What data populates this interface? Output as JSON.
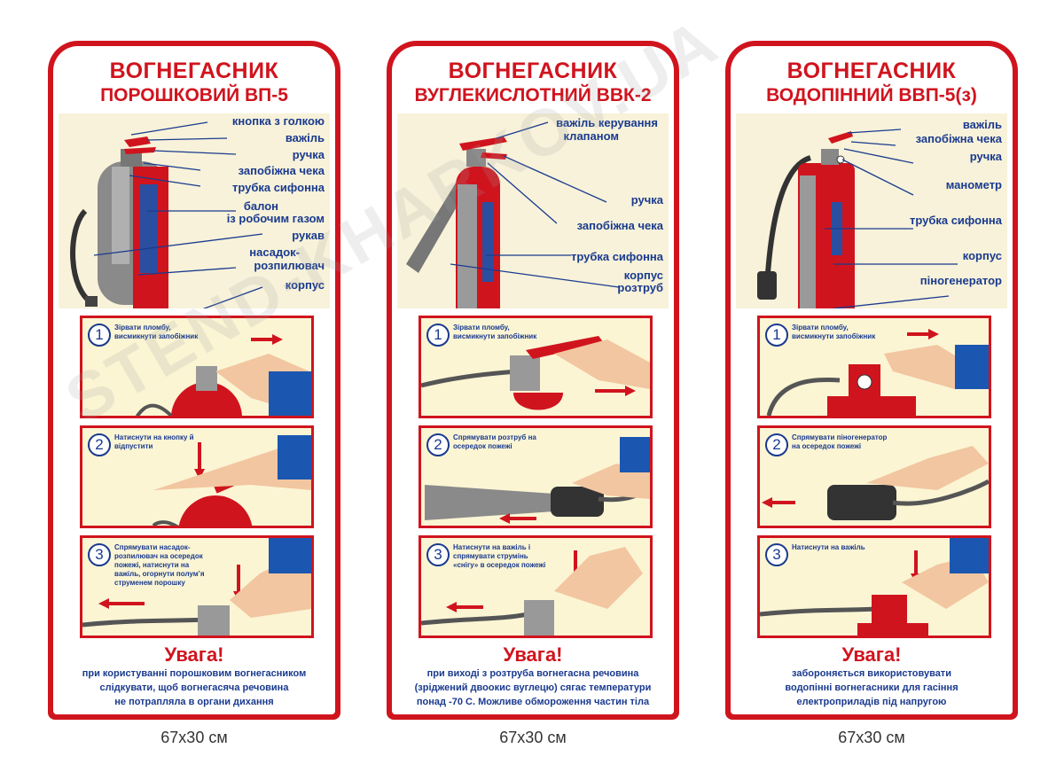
{
  "colors": {
    "accent": "#d0141e",
    "text_blue": "#1a3a8f",
    "panel_bg": "#f7f2d9",
    "step_bg": "#fbf5d4"
  },
  "watermark": "STEND-KHARKOV.UA",
  "posters": [
    {
      "title_line1": "ВОГНЕГАСНИК",
      "title_line2": "ПОРОШКОВИЙ ВП-5",
      "parts": [
        "кнопка з голкою",
        "важіль",
        "ручка",
        "запобіжна чека",
        "трубка сифонна",
        "балон",
        "із робочим газом",
        "рукав",
        "насадок-",
        "розпилювач",
        "корпус"
      ],
      "steps": [
        {
          "number": "1",
          "text": "Зірвати пломбу, висмикнути запобіжник"
        },
        {
          "number": "2",
          "text": "Натиснути на кнопку й відпустити"
        },
        {
          "number": "3",
          "text": "Спрямувати насадок-розпилювач на осередок пожежі, натиснути на важіль, огорнути полум’я струменем порошку"
        }
      ],
      "warning_title": "Увага!",
      "warning_lines": [
        "при користуванні порошковим вогнегасником",
        "слідкувати, щоб вогнегасяча речовина",
        "не потрапляла в органи дихання"
      ],
      "size": "67x30 см"
    },
    {
      "title_line1": "ВОГНЕГАСНИК",
      "title_line2": "ВУГЛЕКИСЛОТНИЙ ВВК-2",
      "parts": [
        "важіль керування",
        "клапаном",
        "ручка",
        "запобіжна чека",
        "трубка сифонна",
        "розтруб",
        "корпус"
      ],
      "steps": [
        {
          "number": "1",
          "text": "Зірвати пломбу, висмикнути запобіжник"
        },
        {
          "number": "2",
          "text": "Спрямувати розтруб на осередок пожежі"
        },
        {
          "number": "3",
          "text": "Натиснути на важіль і спрямувати струмінь «снігу» в осередок пожежі"
        }
      ],
      "warning_title": "Увага!",
      "warning_lines": [
        "при виході з розтруба вогнегасна речовина",
        "(зріджений двоокис вуглецю) сягає температури",
        "понад -70 С. Можливе обмороження частин тіла"
      ],
      "size": "67x30 см"
    },
    {
      "title_line1": "ВОГНЕГАСНИК",
      "title_line2": "ВОДОПІННИЙ ВВП-5(з)",
      "parts": [
        "важіль",
        "запобіжна чека",
        "ручка",
        "манометр",
        "трубка сифонна",
        "корпус",
        "піногенератор"
      ],
      "steps": [
        {
          "number": "1",
          "text": "Зірвати пломбу, висмикнути запобіжник"
        },
        {
          "number": "2",
          "text": "Спрямувати піногенератор на осередок пожежі"
        },
        {
          "number": "3",
          "text": "Натиснути на важіль"
        }
      ],
      "warning_title": "Увага!",
      "warning_lines": [
        "забороняється використовувати",
        "водопінні вогнегасники для гасіння",
        "електроприладів під напругою"
      ],
      "size": "67x30 см"
    }
  ]
}
